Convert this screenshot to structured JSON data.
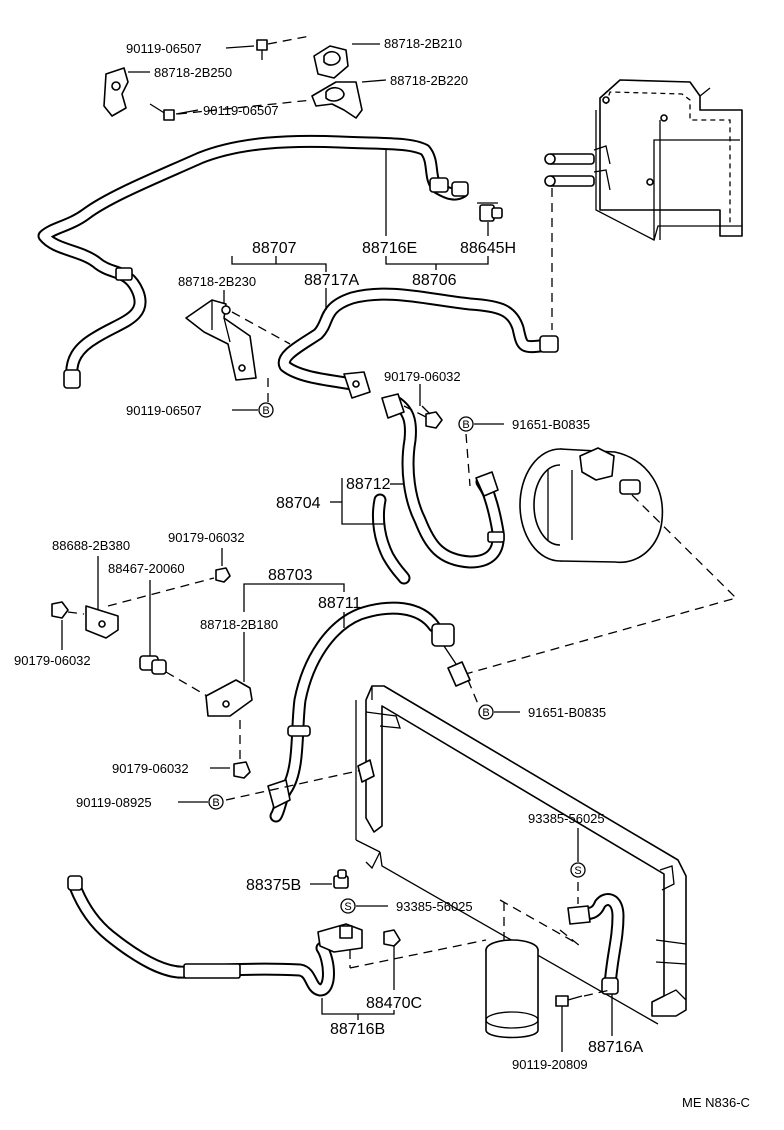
{
  "labels": {
    "p90119_06507_a": "90119-06507",
    "p88718_2b210": "88718-2B210",
    "p88718_2b250": "88718-2B250",
    "p88718_2b220": "88718-2B220",
    "p90119_06507_b": "90119-06507",
    "p88707": "88707",
    "p88716e": "88716E",
    "p88645h": "88645H",
    "p88718_2b230": "88718-2B230",
    "p88717a": "88717A",
    "p88706": "88706",
    "p90179_06032_a": "90179-06032",
    "p90119_06507_c": "90119-06507",
    "p91651_b0835_a": "91651-B0835",
    "p88712": "88712",
    "p88704": "88704",
    "p88688_2b380": "88688-2B380",
    "p90179_06032_b": "90179-06032",
    "p88467_20060": "88467-20060",
    "p88703": "88703",
    "p88711": "88711",
    "p88718_2b180": "88718-2B180",
    "p90179_06032_c": "90179-06032",
    "p91651_b0835_b": "91651-B0835",
    "p90179_06032_d": "90179-06032",
    "p90119_08925": "90119-08925",
    "p93385_56025_a": "93385-56025",
    "p88375b": "88375B",
    "p93385_56025_b": "93385-56025",
    "p88470c": "88470C",
    "p88716b": "88716B",
    "p88716a": "88716A",
    "p90119_20809": "90119-20809"
  },
  "markers": {
    "b": "B",
    "s": "S"
  },
  "footer": {
    "code": "ME N836-C"
  }
}
